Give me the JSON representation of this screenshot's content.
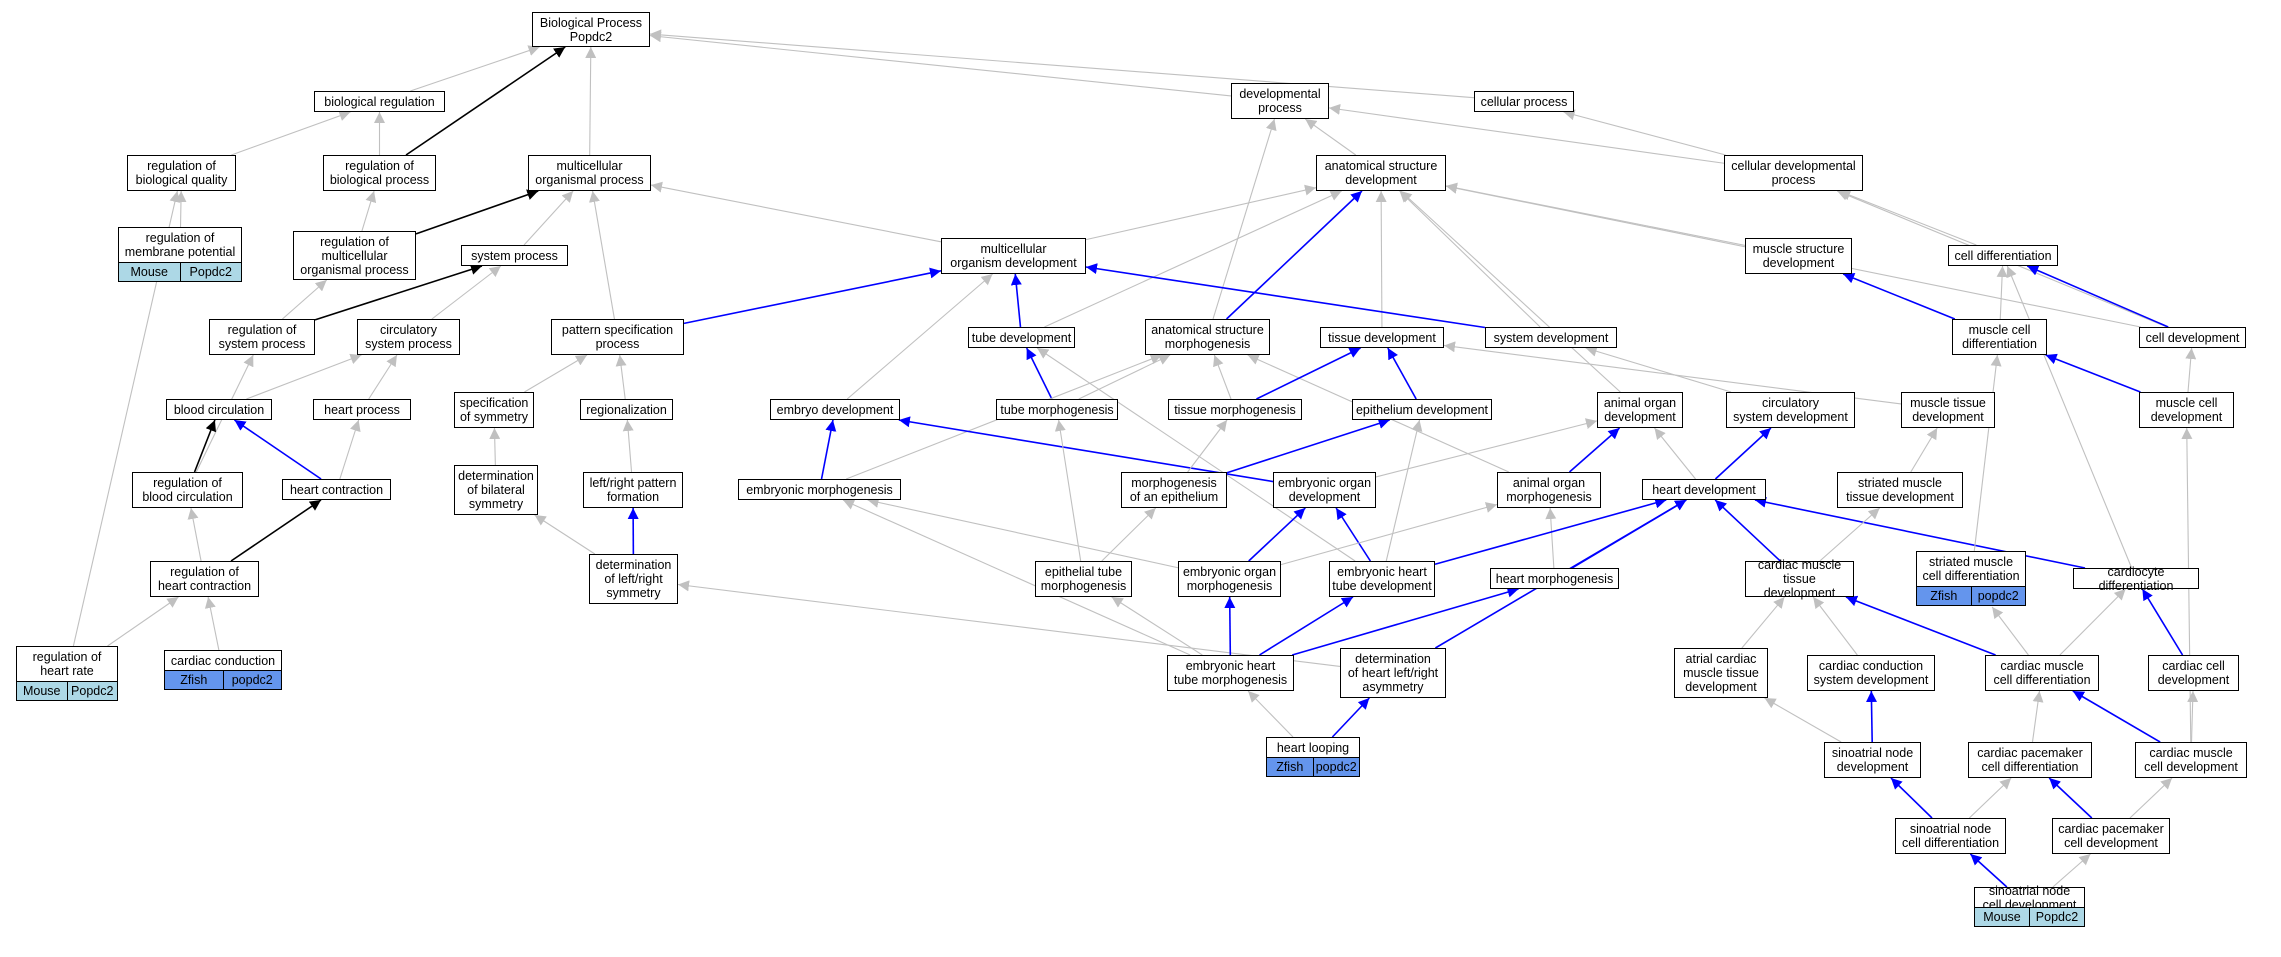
{
  "colors": {
    "inferred": "#c0c0c0",
    "direct": "#0000ff",
    "regulates": "#000000",
    "zfish_tag": "#6495ed",
    "mouse_tag": "#add8e6"
  },
  "nodes": [
    {
      "id": "bp",
      "label": "Biological Process\nPopdc2"
    },
    {
      "id": "biolreg",
      "label": "biological regulation"
    },
    {
      "id": "devproc",
      "label": "developmental\nprocess"
    },
    {
      "id": "cellproc",
      "label": "cellular process"
    },
    {
      "id": "regbioq",
      "label": "regulation of\nbiological quality"
    },
    {
      "id": "regbp",
      "label": "regulation of\nbiological process"
    },
    {
      "id": "mop",
      "label": "multicellular\norganismal process"
    },
    {
      "id": "asd",
      "label": "anatomical structure\ndevelopment"
    },
    {
      "id": "cdp",
      "label": "cellular developmental\nprocess"
    },
    {
      "id": "regmp",
      "label": "regulation of\nmembrane potential"
    },
    {
      "id": "regmop",
      "label": "regulation of\nmulticellular\norganismal process"
    },
    {
      "id": "sysproc",
      "label": "system process"
    },
    {
      "id": "mod",
      "label": "multicellular\norganism development"
    },
    {
      "id": "msd",
      "label": "muscle structure\ndevelopment"
    },
    {
      "id": "celldiff",
      "label": "cell differentiation"
    },
    {
      "id": "regsys",
      "label": "regulation of\nsystem process"
    },
    {
      "id": "circsys",
      "label": "circulatory\nsystem process"
    },
    {
      "id": "pattspec",
      "label": "pattern specification\nprocess"
    },
    {
      "id": "tubedev",
      "label": "tube development"
    },
    {
      "id": "asm",
      "label": "anatomical structure\nmorphogenesis"
    },
    {
      "id": "tissuedev",
      "label": "tissue development"
    },
    {
      "id": "sysdev",
      "label": "system development"
    },
    {
      "id": "mcd",
      "label": "muscle cell\ndifferentiation"
    },
    {
      "id": "celldev",
      "label": "cell development"
    },
    {
      "id": "bloodcirc",
      "label": "blood circulation"
    },
    {
      "id": "heartproc",
      "label": "heart process"
    },
    {
      "id": "specsym",
      "label": "specification\nof symmetry"
    },
    {
      "id": "regionaliz",
      "label": "regionalization"
    },
    {
      "id": "embryodev",
      "label": "embryo development"
    },
    {
      "id": "tubemorph",
      "label": "tube morphogenesis"
    },
    {
      "id": "tissuemorph",
      "label": "tissue morphogenesis"
    },
    {
      "id": "epidev",
      "label": "epithelium development"
    },
    {
      "id": "aod",
      "label": "animal organ\ndevelopment"
    },
    {
      "id": "csd",
      "label": "circulatory\nsystem development"
    },
    {
      "id": "mtd",
      "label": "muscle tissue\ndevelopment"
    },
    {
      "id": "mcdev",
      "label": "muscle cell\ndevelopment"
    },
    {
      "id": "regbloodcirc",
      "label": "regulation of\nblood circulation"
    },
    {
      "id": "heartcontr",
      "label": "heart contraction"
    },
    {
      "id": "detbilat",
      "label": "determination\nof bilateral\nsymmetry"
    },
    {
      "id": "lrpf",
      "label": "left/right pattern\nformation"
    },
    {
      "id": "embmorph",
      "label": "embryonic morphogenesis"
    },
    {
      "id": "morphepi",
      "label": "morphogenesis\nof an epithelium"
    },
    {
      "id": "eod",
      "label": "embryonic organ\ndevelopment"
    },
    {
      "id": "aom",
      "label": "animal organ\nmorphogenesis"
    },
    {
      "id": "heartdev",
      "label": "heart development"
    },
    {
      "id": "smtd",
      "label": "striated muscle\ntissue development"
    },
    {
      "id": "reghcontr",
      "label": "regulation of\nheart contraction"
    },
    {
      "id": "detlrs",
      "label": "determination\nof left/right\nsymmetry"
    },
    {
      "id": "epitubemorph",
      "label": "epithelial tube\nmorphogenesis"
    },
    {
      "id": "eom",
      "label": "embryonic organ\nmorphogenesis"
    },
    {
      "id": "ehtd",
      "label": "embryonic heart\ntube development"
    },
    {
      "id": "heartmorph",
      "label": "heart morphogenesis"
    },
    {
      "id": "cmtd",
      "label": "cardiac muscle\ntissue development"
    },
    {
      "id": "smcd",
      "label": "striated muscle\ncell differentiation"
    },
    {
      "id": "cardiodiff",
      "label": "cardiocyte differentiation"
    },
    {
      "id": "reghr",
      "label": "regulation of\nheart rate"
    },
    {
      "id": "cardcond",
      "label": "cardiac conduction"
    },
    {
      "id": "ehtm",
      "label": "embryonic heart\ntube morphogenesis"
    },
    {
      "id": "dhlra",
      "label": "determination\nof heart left/right\nasymmetry"
    },
    {
      "id": "acmtd",
      "label": "atrial cardiac\nmuscle tissue\ndevelopment"
    },
    {
      "id": "ccsd",
      "label": "cardiac conduction\nsystem development"
    },
    {
      "id": "cmcd",
      "label": "cardiac muscle\ncell differentiation"
    },
    {
      "id": "cardcelldev",
      "label": "cardiac cell\ndevelopment"
    },
    {
      "id": "heartloop",
      "label": "heart looping"
    },
    {
      "id": "snd",
      "label": "sinoatrial node\ndevelopment"
    },
    {
      "id": "cpcd",
      "label": "cardiac pacemaker\ncell differentiation"
    },
    {
      "id": "cmcdev",
      "label": "cardiac muscle\ncell development"
    },
    {
      "id": "sncd",
      "label": "sinoatrial node\ncell differentiation"
    },
    {
      "id": "cpcdev",
      "label": "cardiac pacemaker\ncell development"
    },
    {
      "id": "sncdev",
      "label": "sinoatrial node\ncell development"
    }
  ],
  "tags": [
    {
      "node": "regmp",
      "species": "Mouse",
      "gene": "Popdc2",
      "kind": "mouse"
    },
    {
      "node": "reghr",
      "species": "Mouse",
      "gene": "Popdc2",
      "kind": "mouse"
    },
    {
      "node": "cardcond",
      "species": "Zfish",
      "gene": "popdc2",
      "kind": "zfish"
    },
    {
      "node": "smcd",
      "species": "Zfish",
      "gene": "popdc2",
      "kind": "zfish"
    },
    {
      "node": "heartloop",
      "species": "Zfish",
      "gene": "popdc2",
      "kind": "zfish"
    },
    {
      "node": "sncdev",
      "species": "Mouse",
      "gene": "Popdc2",
      "kind": "mouse"
    }
  ],
  "edges": [
    [
      "biolreg",
      "bp",
      "g"
    ],
    [
      "regbp",
      "bp",
      "k"
    ],
    [
      "mop",
      "bp",
      "g"
    ],
    [
      "devproc",
      "bp",
      "g"
    ],
    [
      "cellproc",
      "bp",
      "g"
    ],
    [
      "regbioq",
      "biolreg",
      "g"
    ],
    [
      "regbp",
      "biolreg",
      "g"
    ],
    [
      "asd",
      "devproc",
      "g"
    ],
    [
      "cdp",
      "devproc",
      "g"
    ],
    [
      "asm",
      "devproc",
      "g"
    ],
    [
      "cdp",
      "cellproc",
      "g"
    ],
    [
      "regmp",
      "regbioq",
      "g"
    ],
    [
      "reghr",
      "regbioq",
      "g"
    ],
    [
      "regmop",
      "regbp",
      "g"
    ],
    [
      "regmop",
      "mop",
      "k"
    ],
    [
      "sysproc",
      "mop",
      "g"
    ],
    [
      "mod",
      "mop",
      "g"
    ],
    [
      "pattspec",
      "mop",
      "g"
    ],
    [
      "mod",
      "asd",
      "g"
    ],
    [
      "tubedev",
      "asd",
      "g"
    ],
    [
      "asm",
      "asd",
      "b"
    ],
    [
      "tissuedev",
      "asd",
      "g"
    ],
    [
      "sysdev",
      "asd",
      "g"
    ],
    [
      "msd",
      "asd",
      "g"
    ],
    [
      "aod",
      "asd",
      "g"
    ],
    [
      "celldev",
      "asd",
      "g"
    ],
    [
      "celldiff",
      "cdp",
      "g"
    ],
    [
      "celldev",
      "cdp",
      "g"
    ],
    [
      "regsys",
      "regmop",
      "g"
    ],
    [
      "regsys",
      "sysproc",
      "k"
    ],
    [
      "circsys",
      "sysproc",
      "g"
    ],
    [
      "pattspec",
      "mod",
      "b"
    ],
    [
      "tubedev",
      "mod",
      "b"
    ],
    [
      "sysdev",
      "mod",
      "b"
    ],
    [
      "embryodev",
      "mod",
      "g"
    ],
    [
      "mcd",
      "msd",
      "b"
    ],
    [
      "mcd",
      "celldiff",
      "g"
    ],
    [
      "celldev",
      "celldiff",
      "b"
    ],
    [
      "cardiodiff",
      "celldiff",
      "g"
    ],
    [
      "regbloodcirc",
      "regsys",
      "g"
    ],
    [
      "bloodcirc",
      "circsys",
      "g"
    ],
    [
      "heartproc",
      "circsys",
      "g"
    ],
    [
      "specsym",
      "pattspec",
      "g"
    ],
    [
      "regionaliz",
      "pattspec",
      "g"
    ],
    [
      "tubemorph",
      "tubedev",
      "b"
    ],
    [
      "ehtd",
      "tubedev",
      "g"
    ],
    [
      "tubemorph",
      "asm",
      "g"
    ],
    [
      "tissuemorph",
      "asm",
      "g"
    ],
    [
      "embmorph",
      "asm",
      "g"
    ],
    [
      "aom",
      "asm",
      "g"
    ],
    [
      "tissuemorph",
      "tissuedev",
      "b"
    ],
    [
      "epidev",
      "tissuedev",
      "b"
    ],
    [
      "mtd",
      "tissuedev",
      "g"
    ],
    [
      "csd",
      "sysdev",
      "g"
    ],
    [
      "mcdev",
      "mcd",
      "b"
    ],
    [
      "mcdev",
      "celldev",
      "g"
    ],
    [
      "regbloodcirc",
      "bloodcirc",
      "k"
    ],
    [
      "heartcontr",
      "bloodcirc",
      "b"
    ],
    [
      "heartcontr",
      "heartproc",
      "g"
    ],
    [
      "detbilat",
      "specsym",
      "g"
    ],
    [
      "lrpf",
      "regionaliz",
      "g"
    ],
    [
      "embmorph",
      "embryodev",
      "b"
    ],
    [
      "eod",
      "embryodev",
      "b"
    ],
    [
      "epitubemorph",
      "tubemorph",
      "g"
    ],
    [
      "morphepi",
      "tissuemorph",
      "g"
    ],
    [
      "morphepi",
      "epidev",
      "b"
    ],
    [
      "ehtd",
      "epidev",
      "g"
    ],
    [
      "aom",
      "aod",
      "b"
    ],
    [
      "eod",
      "aod",
      "g"
    ],
    [
      "heartdev",
      "aod",
      "g"
    ],
    [
      "heartdev",
      "csd",
      "b"
    ],
    [
      "smtd",
      "mtd",
      "g"
    ],
    [
      "cmcdev",
      "mcdev",
      "g"
    ],
    [
      "reghcontr",
      "regbloodcirc",
      "g"
    ],
    [
      "reghcontr",
      "heartcontr",
      "k"
    ],
    [
      "detlrs",
      "detbilat",
      "g"
    ],
    [
      "detlrs",
      "lrpf",
      "b"
    ],
    [
      "eom",
      "embmorph",
      "g"
    ],
    [
      "ehtm",
      "embmorph",
      "g"
    ],
    [
      "epitubemorph",
      "morphepi",
      "g"
    ],
    [
      "eom",
      "eod",
      "b"
    ],
    [
      "ehtd",
      "eod",
      "b"
    ],
    [
      "eom",
      "aom",
      "g"
    ],
    [
      "heartmorph",
      "aom",
      "g"
    ],
    [
      "ehtd",
      "heartdev",
      "b"
    ],
    [
      "heartmorph",
      "heartdev",
      "b"
    ],
    [
      "cmtd",
      "heartdev",
      "b"
    ],
    [
      "cardiodiff",
      "heartdev",
      "b"
    ],
    [
      "dhlra",
      "heartdev",
      "b"
    ],
    [
      "cmtd",
      "smtd",
      "g"
    ],
    [
      "reghr",
      "reghcontr",
      "g"
    ],
    [
      "cardcond",
      "reghcontr",
      "g"
    ],
    [
      "dhlra",
      "detlrs",
      "g"
    ],
    [
      "ehtm",
      "epitubemorph",
      "g"
    ],
    [
      "ehtm",
      "eom",
      "b"
    ],
    [
      "ehtm",
      "ehtd",
      "b"
    ],
    [
      "ehtm",
      "heartmorph",
      "b"
    ],
    [
      "acmtd",
      "cmtd",
      "g"
    ],
    [
      "ccsd",
      "cmtd",
      "g"
    ],
    [
      "cmcd",
      "cmtd",
      "b"
    ],
    [
      "smcd",
      "mcd",
      "g"
    ],
    [
      "cmcd",
      "smcd",
      "g"
    ],
    [
      "cmcd",
      "cardiodiff",
      "g"
    ],
    [
      "cardcelldev",
      "cardiodiff",
      "b"
    ],
    [
      "heartloop",
      "ehtm",
      "g"
    ],
    [
      "heartloop",
      "dhlra",
      "b"
    ],
    [
      "snd",
      "acmtd",
      "g"
    ],
    [
      "snd",
      "ccsd",
      "b"
    ],
    [
      "cpcd",
      "cmcd",
      "g"
    ],
    [
      "cmcdev",
      "cmcd",
      "b"
    ],
    [
      "cmcdev",
      "cardcelldev",
      "g"
    ],
    [
      "sncd",
      "snd",
      "b"
    ],
    [
      "sncd",
      "cpcd",
      "g"
    ],
    [
      "cpcdev",
      "cpcd",
      "b"
    ],
    [
      "cpcdev",
      "cmcdev",
      "g"
    ],
    [
      "sncdev",
      "sncd",
      "b"
    ],
    [
      "sncdev",
      "cpcdev",
      "g"
    ]
  ]
}
